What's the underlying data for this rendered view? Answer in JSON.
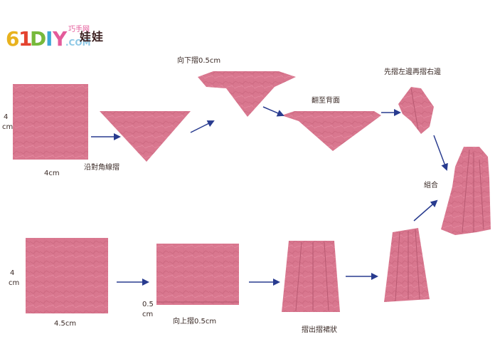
{
  "logo": {
    "text": "61DIY.COM",
    "tagline": "巧手网",
    "colors": [
      "#e8b21e",
      "#e4432f",
      "#77b93b",
      "#3da7d8",
      "#e45b9a"
    ]
  },
  "title": "娃娃",
  "paper_color": "#d9778f",
  "arrow_color": "#283b8f",
  "labels": {
    "top_square_side": "4",
    "top_square_side_unit": "cm",
    "top_square_bottom": "4cm",
    "fold_diagonal": "沿對角線摺",
    "fold_down": "向下摺0.5cm",
    "flip_back": "翻至背面",
    "fold_left_right": "先摺左邊再摺右邊",
    "combine": "組合",
    "bottom_square_side": "4",
    "bottom_square_side_unit": "cm",
    "bottom_square_bottom": "4.5cm",
    "fold_up_value": "0.5",
    "fold_up_unit": "cm",
    "fold_up": "向上摺0.5cm",
    "fold_skirt": "摺出摺裙狀"
  }
}
